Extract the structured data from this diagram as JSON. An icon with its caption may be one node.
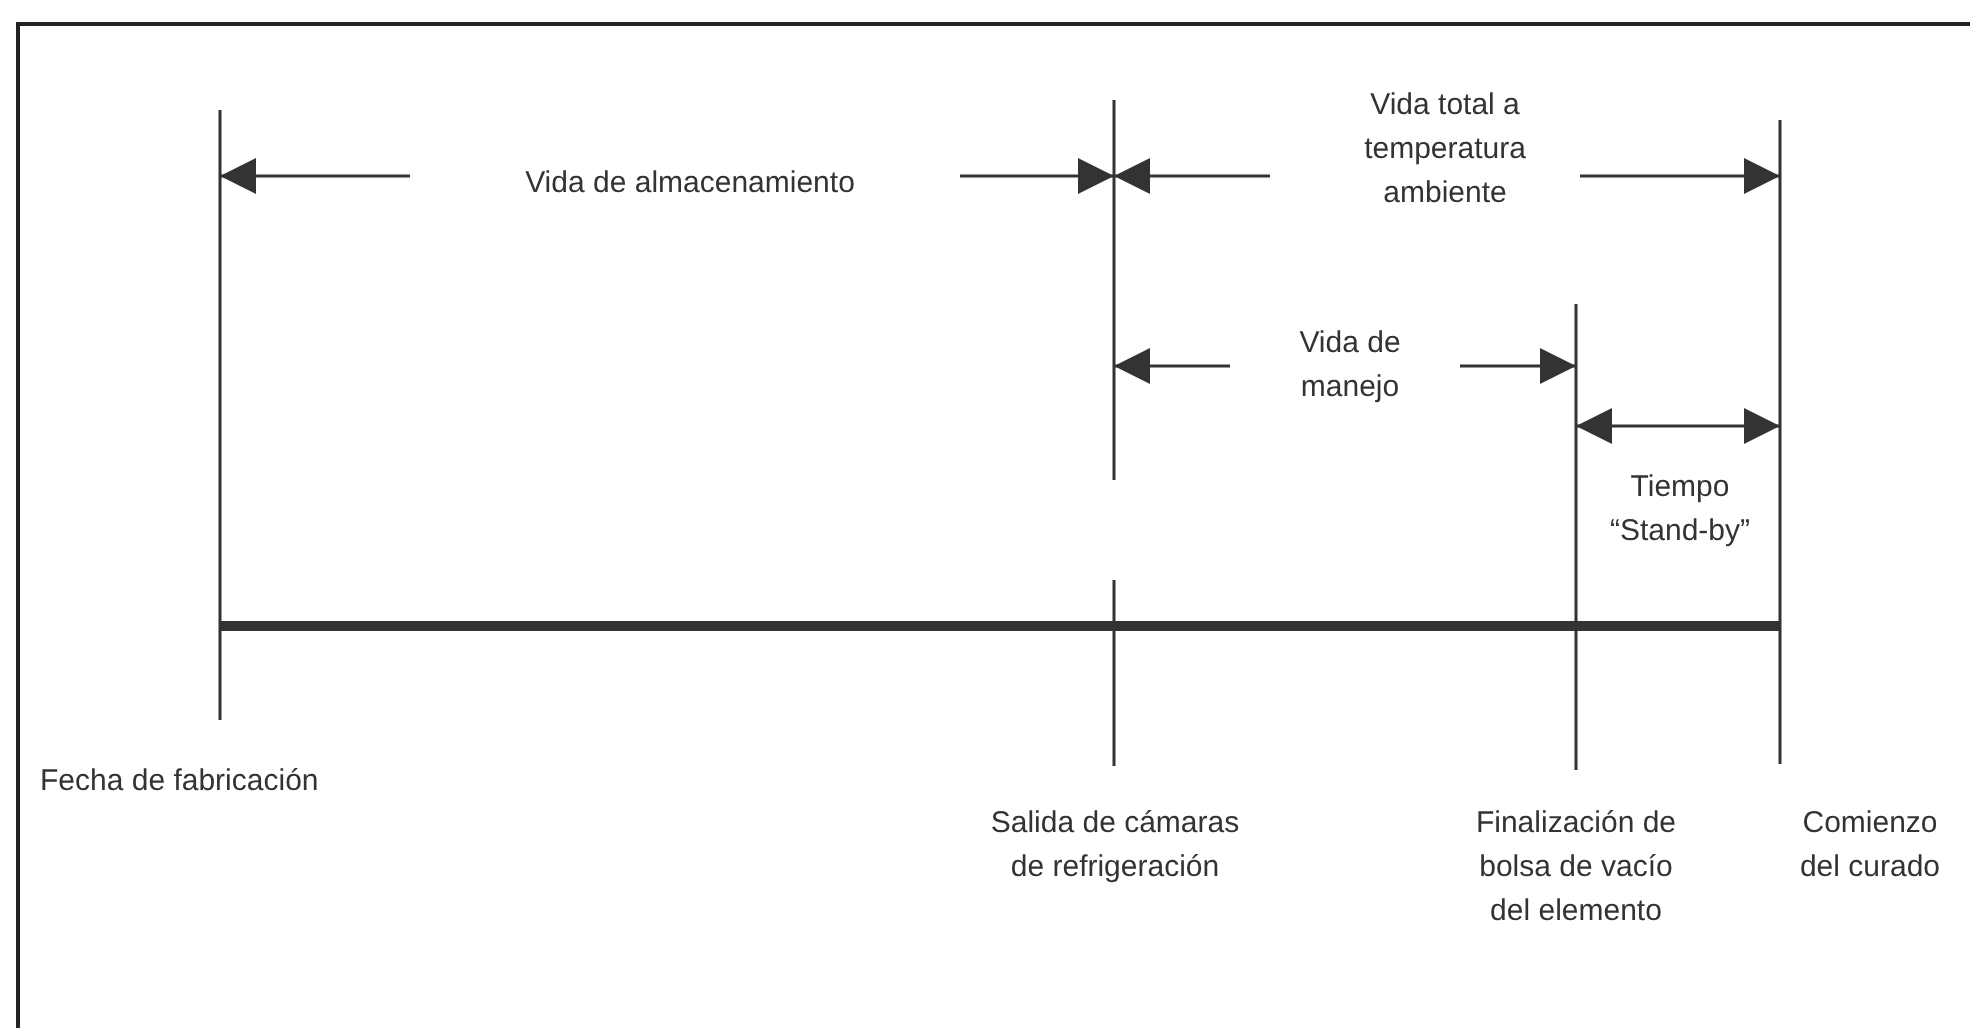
{
  "diagram": {
    "labels": [
      "Vida de almacenamiento",
      "Vida total a temperatura ambiente",
      "Vida de manejo",
      "Tiempo “Stand-by”",
      "Fecha de fabricación",
      "Salida de cámaras de refrigeración",
      "Finalización de bolsa de vacío del elemento",
      "Comienzo del curado"
    ]
  }
}
